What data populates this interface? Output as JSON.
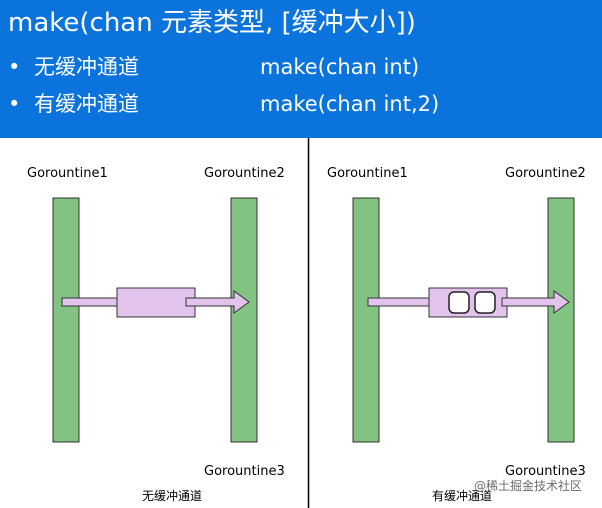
{
  "header": {
    "title": "make(chan 元素类型, [缓冲大小])",
    "bullets": [
      {
        "label": "无缓冲通道",
        "code": "make(chan int)"
      },
      {
        "label": "有缓冲通道",
        "code": "make(chan int,2)"
      }
    ]
  },
  "bullet_symbol": "•",
  "left_panel": {
    "goroutine1": "Gorountine1",
    "goroutine2": "Gorountine2",
    "goroutine3": "Gorountine3",
    "caption": "无缓冲通道"
  },
  "right_panel": {
    "goroutine1": "Gorountine1",
    "goroutine2": "Gorountine2",
    "goroutine3": "Gorountine3",
    "caption": "有缓冲通道",
    "buffer_slots": 2
  },
  "watermark": "@稀土掘金技术社区",
  "colors": {
    "header_bg": "#0b73dc",
    "goroutine_fill": "#82c382",
    "channel_fill": "#e1c3ec",
    "stroke": "#333333"
  }
}
